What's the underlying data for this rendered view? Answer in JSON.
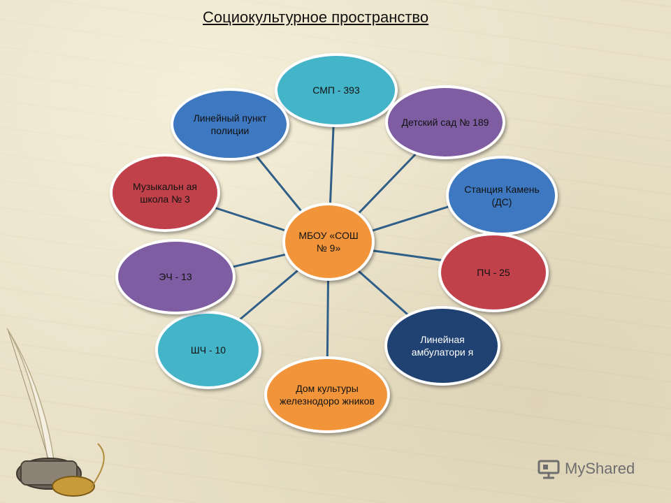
{
  "title": "Социокультурное пространство",
  "center": {
    "label": "МБОУ «СОШ № 9»",
    "color": "#f2953a"
  },
  "nodes": {
    "smp": {
      "label": "СМП - 393",
      "color": "#44b4c9"
    },
    "detsad": {
      "label": "Детский сад № 189",
      "color": "#7f5da2"
    },
    "station": {
      "label": "Станция Камень (ДС)",
      "color": "#3d78c0"
    },
    "pch": {
      "label": "ПЧ - 25",
      "color": "#c0414a"
    },
    "ambulatory": {
      "label": "Линейная амбулатори я",
      "color": "#1f4272"
    },
    "dk": {
      "label": "Дом культуры железнодоро жников",
      "color": "#f2953a"
    },
    "shch": {
      "label": "ШЧ - 10",
      "color": "#44b4c9"
    },
    "ech": {
      "label": "ЭЧ - 13",
      "color": "#7f5da2"
    },
    "music": {
      "label": "Музыкальн ая школа № 3",
      "color": "#c0414a"
    },
    "police": {
      "label": "Линейный пункт полиции",
      "color": "#3d78c0"
    }
  },
  "logo": {
    "text": "MyShared"
  },
  "colors": {
    "connector": "#2f5f88"
  }
}
